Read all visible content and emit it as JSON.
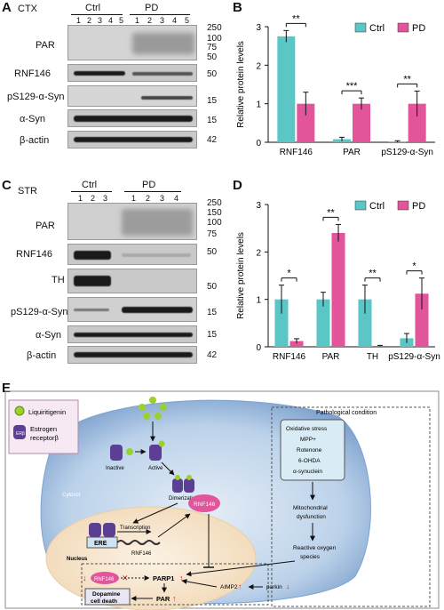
{
  "panelA": {
    "letter": "A",
    "region": "CTX",
    "group_ctrl": "Ctrl",
    "group_pd": "PD",
    "lanes_ctrl": [
      "1",
      "2",
      "3",
      "4",
      "5"
    ],
    "lanes_pd": [
      "1",
      "2",
      "3",
      "4",
      "5"
    ],
    "rows": [
      "PAR",
      "RNF146",
      "pS129-α-Syn",
      "α-Syn",
      "β-actin"
    ],
    "markers": [
      "250",
      "100",
      "75",
      "50",
      "50",
      "15",
      "15",
      "42"
    ]
  },
  "panelC": {
    "letter": "C",
    "region": "STR",
    "group_ctrl": "Ctrl",
    "group_pd": "PD",
    "lanes_ctrl": [
      "1",
      "2",
      "3"
    ],
    "lanes_pd": [
      "1",
      "2",
      "3",
      "4"
    ],
    "rows": [
      "PAR",
      "RNF146",
      "TH",
      "pS129-α-Syn",
      "α-Syn",
      "β-actin"
    ],
    "markers": [
      "250",
      "150",
      "100",
      "75",
      "50",
      "50",
      "15",
      "15",
      "42"
    ]
  },
  "chart_data": [
    {
      "panel": "B",
      "type": "bar",
      "ylabel": "Relative protein levels",
      "ylim": [
        0,
        3
      ],
      "yticks": [
        "0",
        "1",
        "2",
        "3"
      ],
      "categories": [
        "RNF146",
        "PAR",
        "pS129-α-Syn"
      ],
      "series": [
        {
          "name": "Ctrl",
          "color": "#5bc6c6",
          "values": [
            2.75,
            0.08,
            0.02
          ],
          "err": [
            0.15,
            0.05,
            0.02
          ]
        },
        {
          "name": "PD",
          "color": "#e2559a",
          "values": [
            1.0,
            1.0,
            1.0
          ],
          "err": [
            0.3,
            0.15,
            0.33
          ]
        }
      ],
      "significance": [
        "**",
        "***",
        "**"
      ]
    },
    {
      "panel": "D",
      "type": "bar",
      "ylabel": "Relative protein levels",
      "ylim": [
        0,
        3
      ],
      "yticks": [
        "0",
        "1",
        "2",
        "3"
      ],
      "categories": [
        "RNF146",
        "PAR",
        "TH",
        "pS129-α-Syn"
      ],
      "series": [
        {
          "name": "Ctrl",
          "color": "#5bc6c6",
          "values": [
            1.0,
            1.0,
            1.0,
            0.18
          ],
          "err": [
            0.3,
            0.15,
            0.3,
            0.1
          ]
        },
        {
          "name": "PD",
          "color": "#e2559a",
          "values": [
            0.12,
            2.4,
            0.02,
            1.12
          ],
          "err": [
            0.05,
            0.18,
            0.01,
            0.33
          ]
        }
      ],
      "significance": [
        "*",
        "**",
        "**",
        "*"
      ]
    }
  ],
  "panelE": {
    "letter": "E",
    "legend_ligand": "Liquiritigenin",
    "legend_receptor": "Estrogen receptorβ",
    "er_label": "ERβ",
    "inactive": "Inactive",
    "active": "Active",
    "dimerization": "Dimerization",
    "cytosol": "Cytosol",
    "nucleus": "Nucleus",
    "ere": "ERE",
    "transcription": "Transcription",
    "rnf146_gene": "RNF146",
    "rnf146_protein": "RNF146",
    "patho_title": "Pathological condition",
    "stress_lines": [
      "Oxidative stress",
      "MPP+",
      "Rotenone",
      "6-OHDA",
      "α-synuclein"
    ],
    "mito": [
      "Mitochondrial",
      "dysfunction"
    ],
    "ros": [
      "Reactive oxygen",
      "species"
    ],
    "parp1": "PARP1",
    "aimp2": "AIMP2",
    "parkin": "parkin",
    "par": "PAR",
    "death": [
      "Dopamine",
      "cell death"
    ]
  }
}
